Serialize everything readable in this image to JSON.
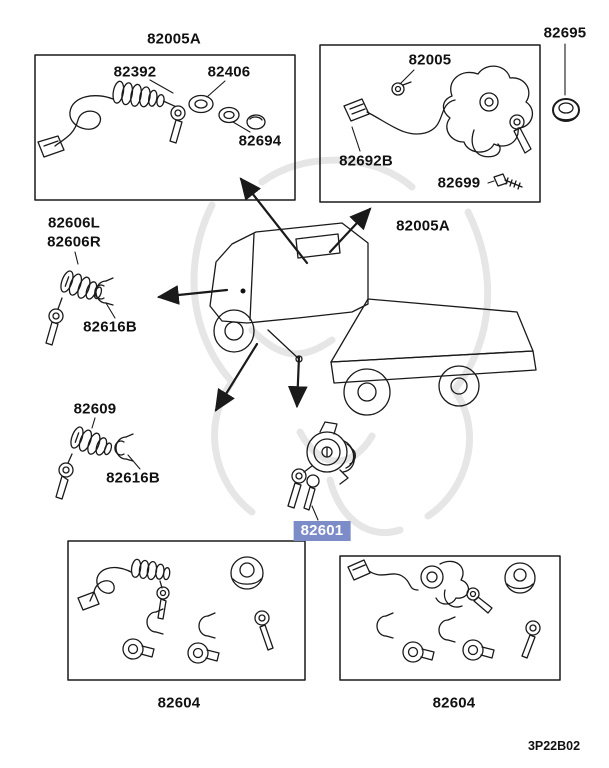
{
  "diagram": {
    "code": "3P22B02",
    "background": "#ffffff",
    "line_color": "#1a1a1a",
    "highlight_bg": "#7b8cc8",
    "highlight_text": "#ffffff"
  },
  "labels": {
    "group_top_left": "82005A",
    "ignition_switch": "82392",
    "washer": "82406",
    "cap": "82694",
    "steering_lock": "82005",
    "harness": "82692B",
    "bolt": "82699",
    "grommet": "82695",
    "group_steering": "82005A",
    "door_lock_left": "82606L",
    "door_lock_right": "82606R",
    "clip_upper": "82616B",
    "back_door_lock": "82609",
    "clip_lower": "82616B",
    "cylinder_kit_selected": "82601",
    "key_set_left": "82604",
    "key_set_right": "82604"
  }
}
